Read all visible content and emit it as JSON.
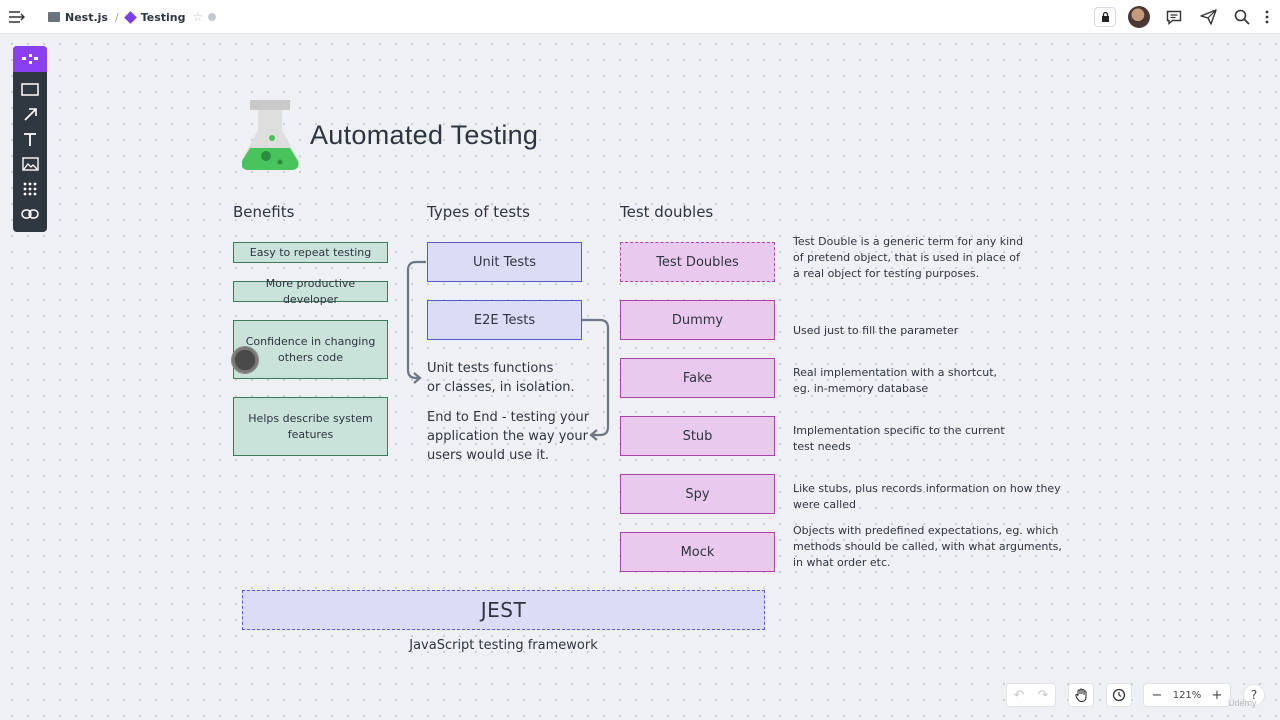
{
  "topbar": {
    "breadcrumb_project": "Nest.js",
    "breadcrumb_separator": "/",
    "breadcrumb_board": "Testing"
  },
  "canvas": {
    "title": "Automated Testing",
    "benefits": {
      "heading": "Benefits",
      "items": [
        "Easy to repeat testing",
        "More productive developer",
        "Confidence in changing others code",
        "Helps describe system features"
      ]
    },
    "types": {
      "heading": "Types of tests",
      "items": [
        "Unit Tests",
        "E2E Tests"
      ],
      "unit_note": "Unit tests functions\nor classes, in isolation.",
      "e2e_note": "End to End - testing your\napplication the way your\nusers would use it."
    },
    "doubles": {
      "heading": "Test doubles",
      "items": [
        {
          "label": "Test Doubles",
          "desc": "Test Double is a generic term for any kind\nof pretend object, that is used in place of\na real object for testing purposes."
        },
        {
          "label": "Dummy",
          "desc": "Used just to fill the parameter"
        },
        {
          "label": "Fake",
          "desc": "Real implementation with a shortcut,\neg. in-memory database"
        },
        {
          "label": "Stub",
          "desc": "Implementation specific to the current\ntest needs"
        },
        {
          "label": "Spy",
          "desc": "Like stubs, plus records information on how they\nwere called"
        },
        {
          "label": "Mock",
          "desc": "Objects with predefined expectations, eg. which\nmethods should be called, with what arguments,\nin what order etc."
        }
      ]
    },
    "jest": {
      "label": "JEST",
      "subtitle": "JavaScript testing framework"
    }
  },
  "controls": {
    "zoom": "121%",
    "help": "?",
    "zoom_out": "−",
    "zoom_in": "+"
  },
  "watermark": "Udemy",
  "colors": {
    "accent": "#8a3ff0",
    "benefit_fill": "#c9e2da",
    "benefit_border": "#3f7a5b",
    "type_fill": "#dcdcf7",
    "type_border": "#5a56d0",
    "double_fill": "#eac9ee",
    "double_border": "#a845a8"
  }
}
